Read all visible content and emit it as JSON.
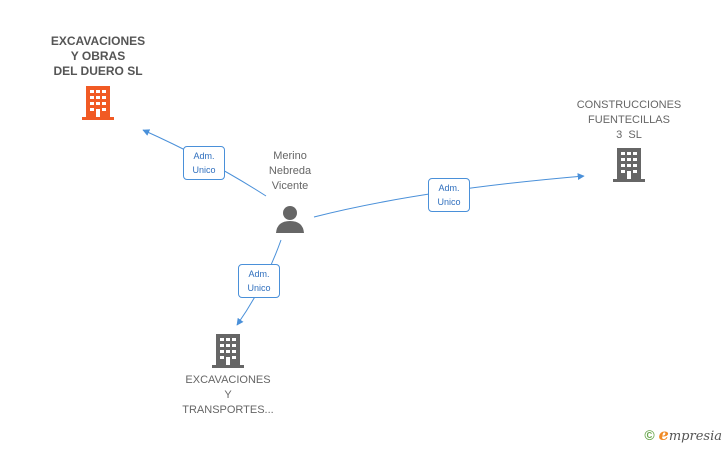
{
  "colors": {
    "focus_building": "#f15a24",
    "building": "#666666",
    "edge": "#4a90d9",
    "badge_text": "#2f6fbe",
    "text": "#666666"
  },
  "nodes": {
    "focus": {
      "icon": "building-icon",
      "line1": "EXCAVACIONES",
      "line2": "Y OBRAS",
      "line3": "DEL DUERO SL"
    },
    "right": {
      "icon": "building-icon",
      "line1": "CONSTRUCCIONES",
      "line2": "FUENTECILLAS",
      "line3": "3  SL"
    },
    "bottom": {
      "icon": "building-icon",
      "line1": "EXCAVACIONES",
      "line2": "Y",
      "line3": "TRANSPORTES..."
    },
    "person": {
      "icon": "person-icon",
      "line1": "Merino",
      "line2": "Nebreda",
      "line3": "Vicente"
    }
  },
  "edges": [
    {
      "to": "focus",
      "label1": "Adm.",
      "label2": "Unico"
    },
    {
      "to": "right",
      "label1": "Adm.",
      "label2": "Unico"
    },
    {
      "to": "bottom",
      "label1": "Adm.",
      "label2": "Unico"
    }
  ],
  "footer": {
    "copyright": "©",
    "brand_initial": "e",
    "brand_rest": "mpresia"
  }
}
